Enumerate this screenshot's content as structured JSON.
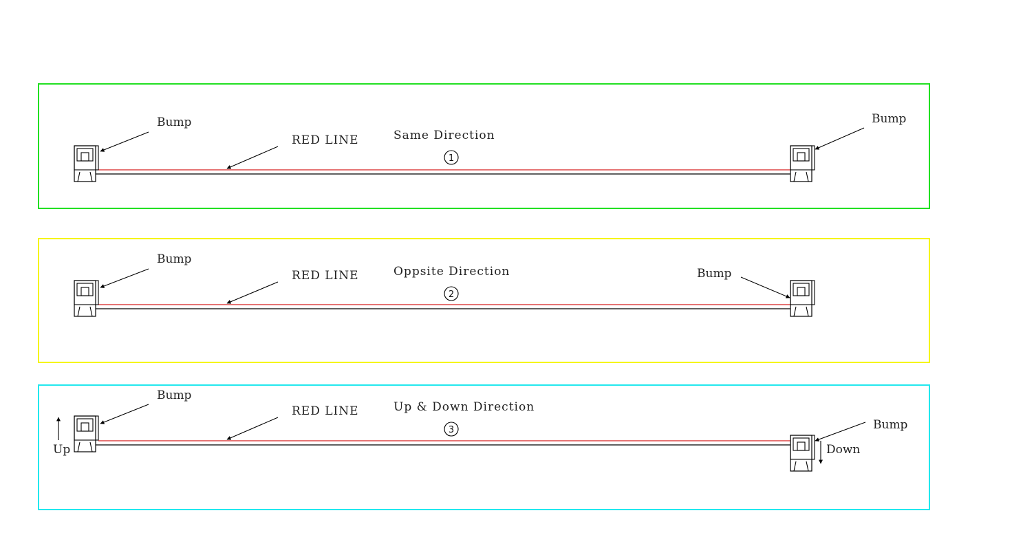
{
  "panels": [
    {
      "name": "same-direction",
      "border_color": "#22e022",
      "title": "Same Direction",
      "number": "1",
      "red_line_label": "RED LINE",
      "left_bump_label": "Bump",
      "right_bump_label": "Bump",
      "right_connector_orientation": "same"
    },
    {
      "name": "opposite-direction",
      "border_color": "#f5f500",
      "title": "Oppsite Direction",
      "number": "2",
      "red_line_label": "RED LINE",
      "left_bump_label": "Bump",
      "right_bump_label": "Bump",
      "right_connector_orientation": "opposite"
    },
    {
      "name": "up-down-direction",
      "border_color": "#22e8ee",
      "title": "Up & Down Direction",
      "number": "3",
      "red_line_label": "RED LINE",
      "left_bump_label": "Bump",
      "right_bump_label": "Bump",
      "left_direction_label": "Up",
      "right_direction_label": "Down",
      "right_connector_orientation": "lowered"
    }
  ],
  "colors": {
    "red_wire": "#d62020",
    "black_wire": "#000000"
  }
}
